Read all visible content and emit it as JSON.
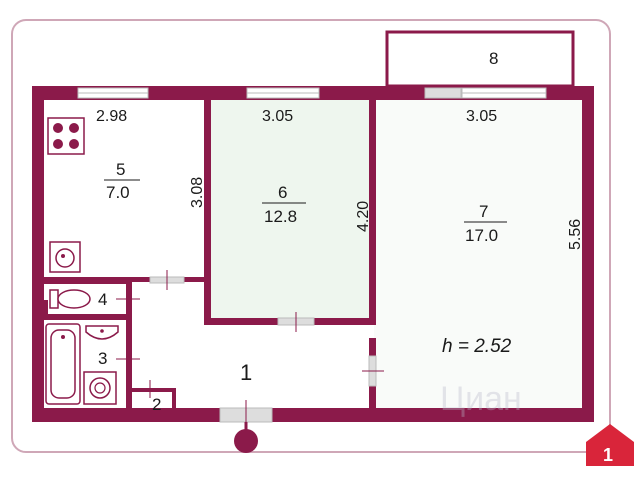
{
  "colors": {
    "wall": "#8b1a4a",
    "outline": "#cfa7b7",
    "window_frame": "#bbbbbb",
    "fixture": "#8b1a4a",
    "badge": "#d9253a"
  },
  "rooms": [
    {
      "number": "1"
    },
    {
      "number": "2"
    },
    {
      "number": "3"
    },
    {
      "number": "4"
    },
    {
      "number": "5",
      "area": "7.0"
    },
    {
      "number": "6",
      "area": "12.8"
    },
    {
      "number": "7",
      "area": "17.0"
    },
    {
      "number": "8"
    }
  ],
  "dimensions": {
    "kitchen_width": "2.98",
    "kitchen_depth": "3.08",
    "room6_width": "3.05",
    "room6_depth": "4.20",
    "room7_width": "3.05",
    "room7_depth": "5.56"
  },
  "ceiling_height": "h = 2.52",
  "watermark": "Циан",
  "badge_number": "1",
  "icons": [
    "stove-icon",
    "sink-icon",
    "toilet-icon",
    "bathtub-icon",
    "washbasin-icon",
    "washing-machine-icon",
    "entrance-marker-icon",
    "logo-icon"
  ]
}
